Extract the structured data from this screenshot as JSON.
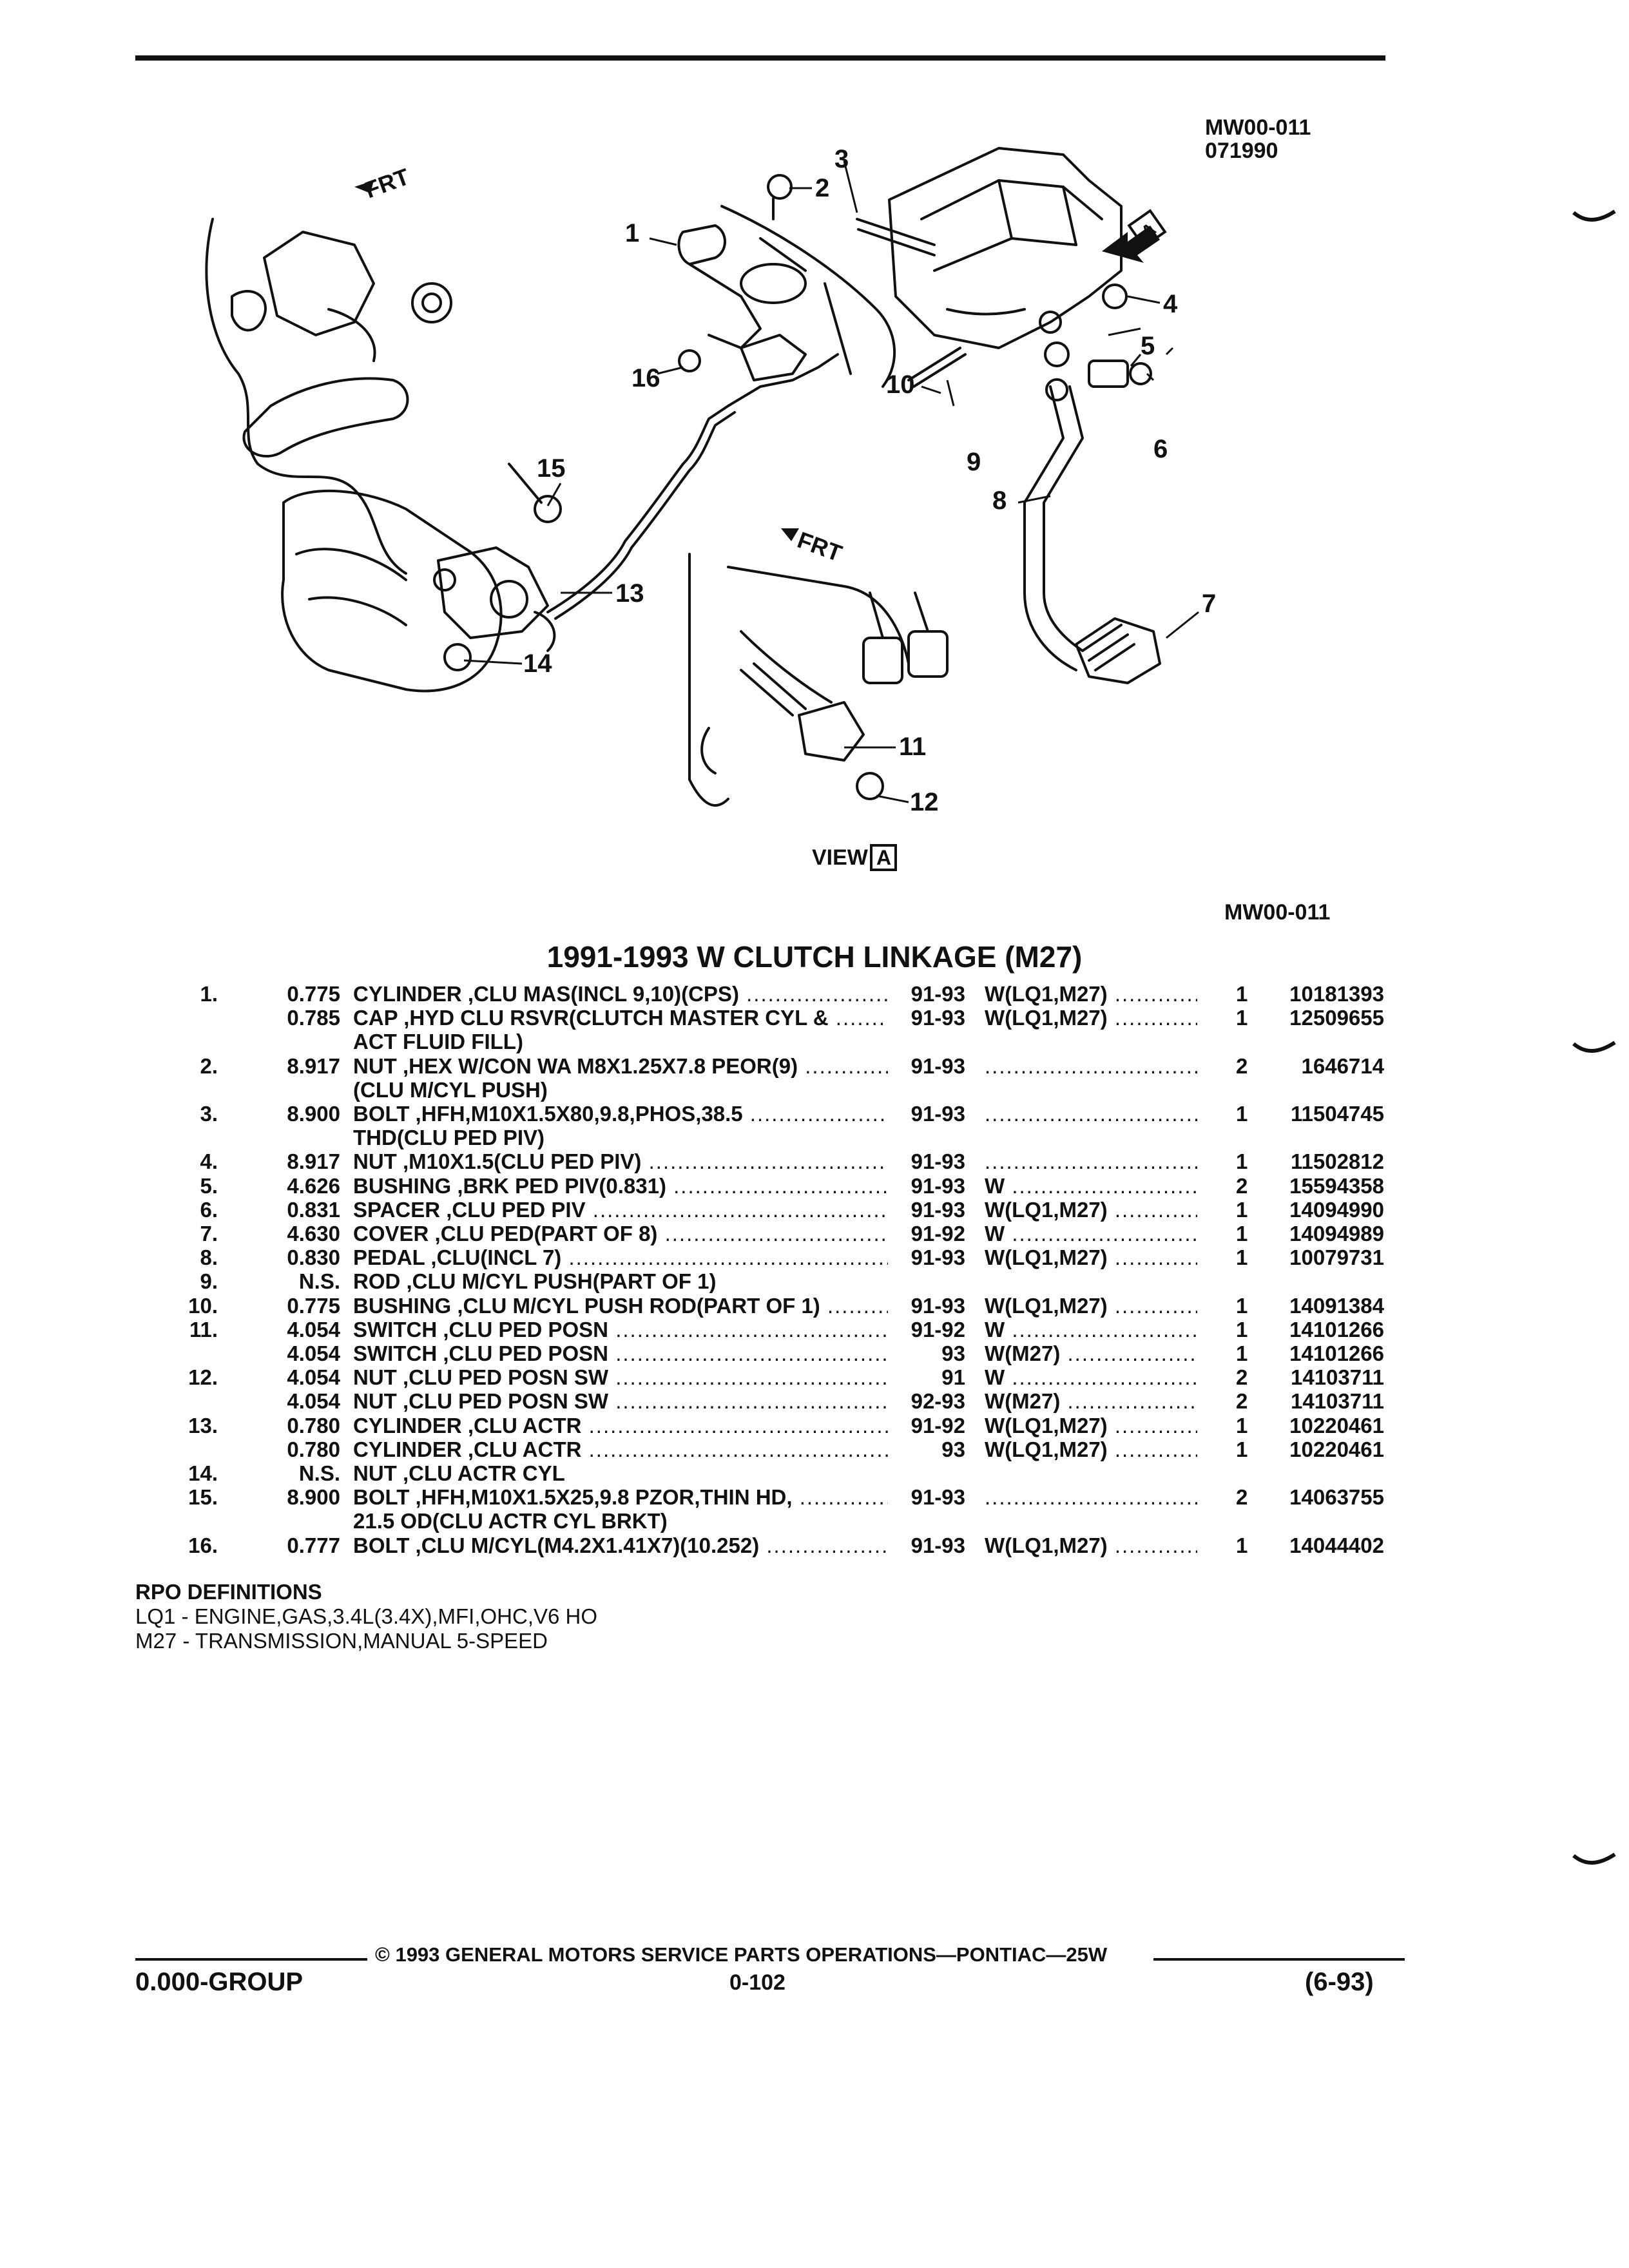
{
  "header": {
    "ref_code": "MW00-011",
    "ref_date": "071990"
  },
  "diagram": {
    "frt_label": "FRT",
    "frt_label_2": "FRT",
    "view_label": "VIEW",
    "view_letter": "A",
    "arrow_letter": "A",
    "callouts": [
      "1",
      "2",
      "3",
      "4",
      "5",
      "6",
      "7",
      "8",
      "9",
      "10",
      "11",
      "12",
      "13",
      "14",
      "15",
      "16"
    ],
    "ref_code_bottom": "MW00-011"
  },
  "title": "1991-1993 W CLUTCH LINKAGE (M27)",
  "parts": [
    {
      "idx": "1.",
      "grp": "0.775",
      "desc": "CYLINDER ,CLU MAS(INCL 9,10)(CPS)",
      "years": "91-93",
      "model": "W(LQ1,M27)",
      "qty": "1",
      "pn": "10181393"
    },
    {
      "idx": "",
      "grp": "0.785",
      "desc": "CAP ,HYD CLU RSVR(CLUTCH MASTER CYL &",
      "years": "91-93",
      "model": "W(LQ1,M27)",
      "qty": "1",
      "pn": "12509655"
    },
    {
      "idx": "",
      "grp": "",
      "desc": "ACT FLUID FILL)",
      "years": "",
      "model": "",
      "qty": "",
      "pn": ""
    },
    {
      "idx": "2.",
      "grp": "8.917",
      "desc": "NUT ,HEX W/CON WA M8X1.25X7.8 PEOR(9)",
      "years": "91-93",
      "model": "",
      "qty": "2",
      "pn": "1646714"
    },
    {
      "idx": "",
      "grp": "",
      "desc": "(CLU M/CYL PUSH)",
      "years": "",
      "model": "",
      "qty": "",
      "pn": ""
    },
    {
      "idx": "3.",
      "grp": "8.900",
      "desc": "BOLT ,HFH,M10X1.5X80,9.8,PHOS,38.5",
      "years": "91-93",
      "model": "",
      "qty": "1",
      "pn": "11504745"
    },
    {
      "idx": "",
      "grp": "",
      "desc": "THD(CLU PED PIV)",
      "years": "",
      "model": "",
      "qty": "",
      "pn": ""
    },
    {
      "idx": "4.",
      "grp": "8.917",
      "desc": "NUT ,M10X1.5(CLU PED PIV)",
      "years": "91-93",
      "model": "",
      "qty": "1",
      "pn": "11502812"
    },
    {
      "idx": "5.",
      "grp": "4.626",
      "desc": "BUSHING ,BRK PED PIV(0.831)",
      "years": "91-93",
      "model": "W",
      "qty": "2",
      "pn": "15594358"
    },
    {
      "idx": "6.",
      "grp": "0.831",
      "desc": "SPACER ,CLU PED PIV",
      "years": "91-93",
      "model": "W(LQ1,M27)",
      "qty": "1",
      "pn": "14094990"
    },
    {
      "idx": "7.",
      "grp": "4.630",
      "desc": "COVER ,CLU PED(PART OF 8)",
      "years": "91-92",
      "model": "W",
      "qty": "1",
      "pn": "14094989"
    },
    {
      "idx": "8.",
      "grp": "0.830",
      "desc": "PEDAL ,CLU(INCL 7)",
      "years": "91-93",
      "model": "W(LQ1,M27)",
      "qty": "1",
      "pn": "10079731"
    },
    {
      "idx": "9.",
      "grp": "N.S.",
      "desc": "ROD ,CLU M/CYL PUSH(PART OF 1)",
      "years": "",
      "model": "",
      "qty": "",
      "pn": ""
    },
    {
      "idx": "10.",
      "grp": "0.775",
      "desc": "BUSHING ,CLU M/CYL PUSH ROD(PART OF 1)",
      "years": "91-93",
      "model": "W(LQ1,M27)",
      "qty": "1",
      "pn": "14091384"
    },
    {
      "idx": "11.",
      "grp": "4.054",
      "desc": "SWITCH ,CLU PED POSN",
      "years": "91-92",
      "model": "W",
      "qty": "1",
      "pn": "14101266"
    },
    {
      "idx": "",
      "grp": "4.054",
      "desc": "SWITCH ,CLU PED POSN",
      "years": "93",
      "model": "W(M27)",
      "qty": "1",
      "pn": "14101266"
    },
    {
      "idx": "12.",
      "grp": "4.054",
      "desc": "NUT ,CLU PED POSN SW",
      "years": "91",
      "model": "W",
      "qty": "2",
      "pn": "14103711"
    },
    {
      "idx": "",
      "grp": "4.054",
      "desc": "NUT ,CLU PED POSN SW",
      "years": "92-93",
      "model": "W(M27)",
      "qty": "2",
      "pn": "14103711"
    },
    {
      "idx": "13.",
      "grp": "0.780",
      "desc": "CYLINDER ,CLU ACTR",
      "years": "91-92",
      "model": "W(LQ1,M27)",
      "qty": "1",
      "pn": "10220461"
    },
    {
      "idx": "",
      "grp": "0.780",
      "desc": "CYLINDER ,CLU ACTR",
      "years": "93",
      "model": "W(LQ1,M27)",
      "qty": "1",
      "pn": "10220461"
    },
    {
      "idx": "14.",
      "grp": "N.S.",
      "desc": "NUT ,CLU ACTR CYL",
      "years": "",
      "model": "",
      "qty": "",
      "pn": ""
    },
    {
      "idx": "15.",
      "grp": "8.900",
      "desc": "BOLT ,HFH,M10X1.5X25,9.8 PZOR,THIN HD,",
      "years": "91-93",
      "model": "",
      "qty": "2",
      "pn": "14063755"
    },
    {
      "idx": "",
      "grp": "",
      "desc": "21.5 OD(CLU ACTR CYL BRKT)",
      "years": "",
      "model": "",
      "qty": "",
      "pn": ""
    },
    {
      "idx": "16.",
      "grp": "0.777",
      "desc": "BOLT ,CLU M/CYL(M4.2X1.41X7)(10.252)",
      "years": "91-93",
      "model": "W(LQ1,M27)",
      "qty": "1",
      "pn": "14044402"
    }
  ],
  "rpo": {
    "heading": "RPO DEFINITIONS",
    "lines": [
      "LQ1 - ENGINE,GAS,3.4L(3.4X),MFI,OHC,V6 HO",
      "M27 - TRANSMISSION,MANUAL 5-SPEED"
    ]
  },
  "footer": {
    "copyright": "© 1993 GENERAL MOTORS SERVICE PARTS OPERATIONS—PONTIAC—25W",
    "group": "0.000-GROUP",
    "page": "0-102",
    "edition": "(6-93)"
  }
}
